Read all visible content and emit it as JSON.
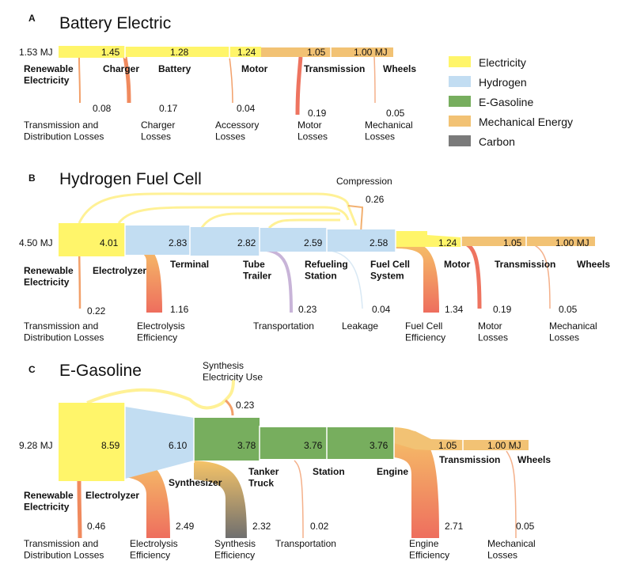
{
  "legend": [
    {
      "label": "Electricity",
      "color": "#FFF56A"
    },
    {
      "label": "Hydrogen",
      "color": "#C2DDF2"
    },
    {
      "label": "E-Gasoline",
      "color": "#77AE5E"
    },
    {
      "label": "Mechanical Energy",
      "color": "#F2C274"
    },
    {
      "label": "Carbon",
      "color": "#7A7A7A"
    }
  ],
  "colors": {
    "loss_top": "#F6C468",
    "loss_bottom": "#EE6E5E",
    "carbon_bottom": "#6F6F6F"
  },
  "panels": [
    {
      "letter": "A",
      "title": "Battery Electric",
      "input_label": "1.53 MJ",
      "segment_values": [
        "1.45",
        "1.28",
        "1.24",
        "1.05",
        "1.00 MJ"
      ],
      "stages": [
        "Renewable\nElectricity",
        "Charger",
        "Battery",
        "Motor",
        "Transmission",
        "Wheels"
      ],
      "losses": [
        {
          "value": "0.08",
          "label": "Transmission and\nDistribution Losses"
        },
        {
          "value": "0.17",
          "label": "Charger\nLosses"
        },
        {
          "value": "0.04",
          "label": "Accessory\nLosses"
        },
        {
          "value": "0.19",
          "label": "Motor\nLosses"
        },
        {
          "value": "0.05",
          "label": "Mechanical\nLosses"
        }
      ]
    },
    {
      "letter": "B",
      "title": "Hydrogen Fuel Cell",
      "input_label": "4.50 MJ",
      "segment_values": [
        "4.01",
        "2.83",
        "2.82",
        "2.59",
        "2.58",
        "1.24",
        "1.05",
        "1.00 MJ"
      ],
      "stages": [
        "Renewable\nElectricity",
        "Electrolyzer",
        "Terminal",
        "Tube\nTrailer",
        "Refueling\nStation",
        "Fuel Cell\nSystem",
        "Motor",
        "Transmission",
        "Wheels"
      ],
      "compression": {
        "label": "Compression",
        "value": "0.26"
      },
      "losses": [
        {
          "value": "0.22",
          "label": "Transmission and\nDistribution Losses"
        },
        {
          "value": "1.16",
          "label": "Electrolysis\nEfficiency"
        },
        {
          "value": "0.23",
          "label": "Transportation"
        },
        {
          "value": "0.04",
          "label": "Leakage"
        },
        {
          "value": "1.34",
          "label": "Fuel Cell\nEfficiency"
        },
        {
          "value": "0.19",
          "label": "Motor\nLosses"
        },
        {
          "value": "0.05",
          "label": "Mechanical\nLosses"
        }
      ]
    },
    {
      "letter": "C",
      "title": "E-Gasoline",
      "input_label": "9.28 MJ",
      "segment_values": [
        "8.59",
        "6.10",
        "3.78",
        "3.76",
        "3.76",
        "1.05",
        "1.00 MJ"
      ],
      "stages": [
        "Renewable\nElectricity",
        "Electrolyzer",
        "Synthesizer",
        "Tanker\nTruck",
        "Station",
        "Engine",
        "Transmission",
        "Wheels"
      ],
      "synthesis_electricity": {
        "label": "Synthesis\nElectricity Use",
        "value": "0.23"
      },
      "losses": [
        {
          "value": "0.46",
          "label": "Transmission and\nDistribution Losses"
        },
        {
          "value": "2.49",
          "label": "Electrolysis\nEfficiency"
        },
        {
          "value": "2.32",
          "label": "Synthesis\nEfficiency"
        },
        {
          "value": "0.02",
          "label": "Transportation"
        },
        {
          "value": "2.71",
          "label": "Engine\nEfficiency"
        },
        {
          "value": "0.05",
          "label": "Mechanical\nLosses"
        }
      ]
    }
  ]
}
